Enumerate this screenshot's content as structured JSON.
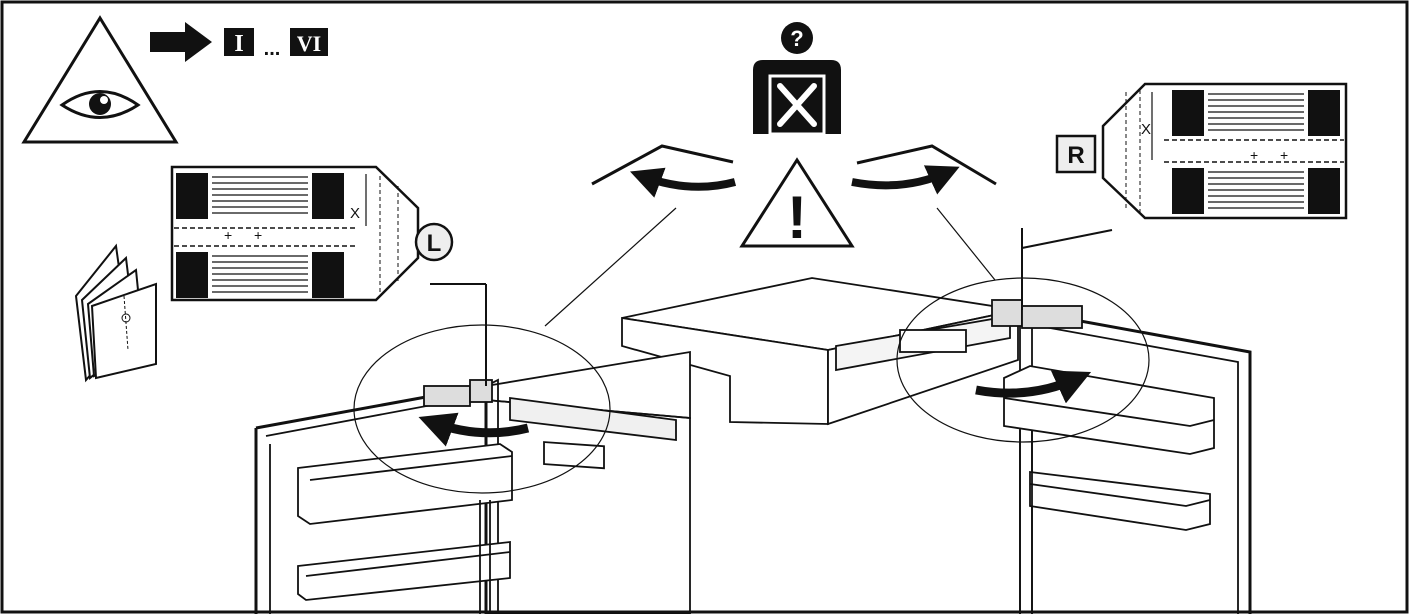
{
  "header": {
    "roman_start": "I",
    "ellipsis": "...",
    "roman_end": "VI"
  },
  "icons": {
    "question_mark": "?",
    "warning_mark": "!"
  },
  "hinge_left": {
    "badge": "L",
    "dimension_label": "X"
  },
  "hinge_right": {
    "badge": "R",
    "dimension_label": "X"
  },
  "colors": {
    "ink": "#111111",
    "panel_fill": "#ffffff",
    "badge_fill": "#eeeeee"
  }
}
